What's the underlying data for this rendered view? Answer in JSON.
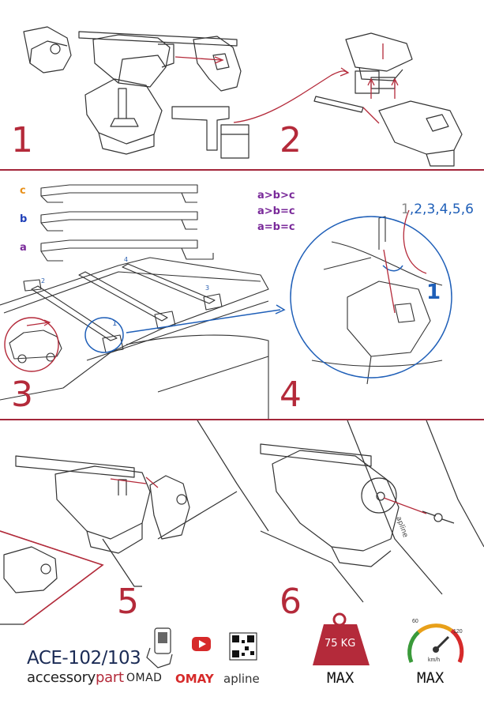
{
  "steps": {
    "s1": "1",
    "s2": "2",
    "s3": "3",
    "s4": "4",
    "s5": "5",
    "s6": "6"
  },
  "bar_heights": {
    "c": "c",
    "b": "b",
    "a": "a",
    "rule1": "a>b>c",
    "rule2": "a>b=c",
    "rule3": "a=b=c"
  },
  "tightening": {
    "sequence_first": "1",
    "sequence_rest": ",2,3,4,5,6",
    "detail_label": "1"
  },
  "car_mount_labels": {
    "p1": "1",
    "p2": "2",
    "p3": "3",
    "p4": "4"
  },
  "product": {
    "model": "ACE-102/103",
    "brand_prefix": "accessory",
    "brand_suffix": "part",
    "brand_omad": "OMAD",
    "brand_omay": "OMAY",
    "brand_apline": "apline",
    "foot_logo": "apline"
  },
  "specs": {
    "load": "75 KG",
    "load_max": "MAX",
    "speed_unit": "km/h",
    "speed_60": "60",
    "speed_120": "120",
    "speed_max": "MAX"
  },
  "colors": {
    "accent_red": "#b42a3a",
    "blue": "#1f5fb8",
    "orange": "#e8901a",
    "navy": "#1b2b55",
    "purple": "#7a2a9a"
  }
}
